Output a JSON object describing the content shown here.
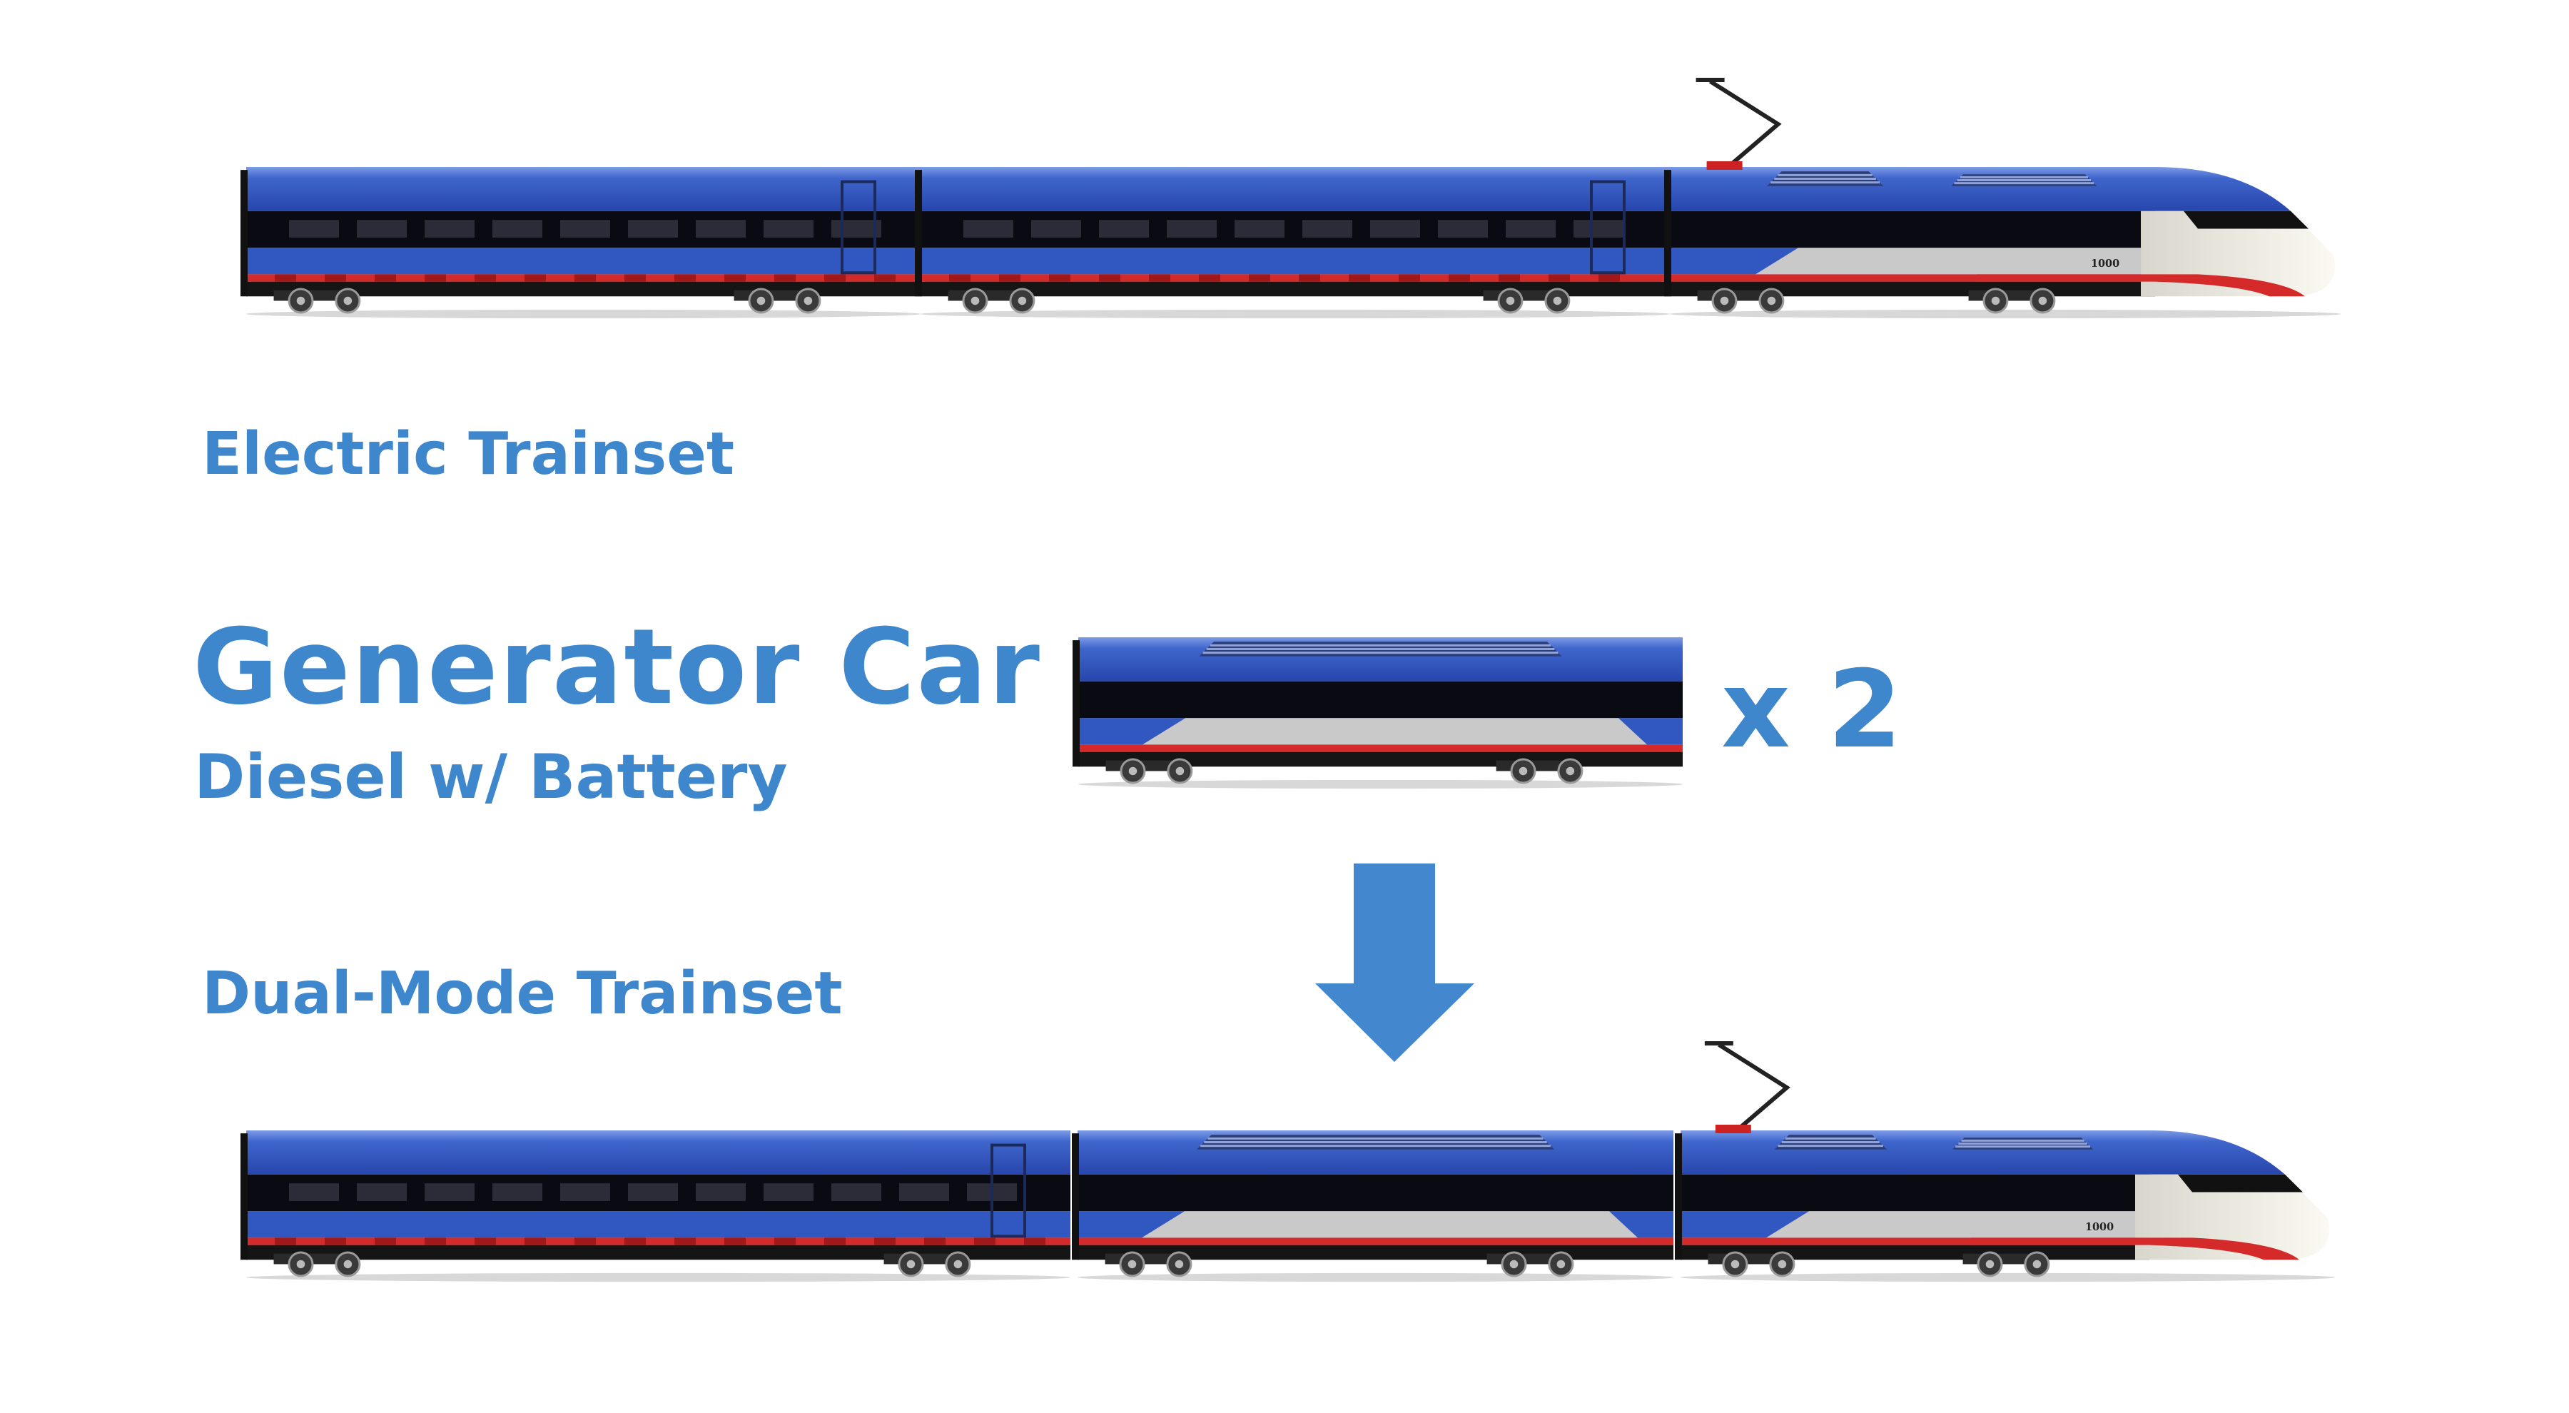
{
  "labels": {
    "electric_trainset": "Electric Trainset",
    "generator_car": "Generator Car",
    "generator_car_sub": "Diesel w/ Battery",
    "multiplier": "x 2",
    "dual_mode_trainset": "Dual-Mode Trainset"
  },
  "train_number": "1000",
  "colors": {
    "label_text": "#3f87cc",
    "arrow": "#4388cf",
    "train_blue": "#3157c0",
    "train_red": "#d42a2a",
    "train_black": "#0a0a12",
    "train_grey": "#c9c9c9",
    "nose_white": "#f1efe4"
  }
}
